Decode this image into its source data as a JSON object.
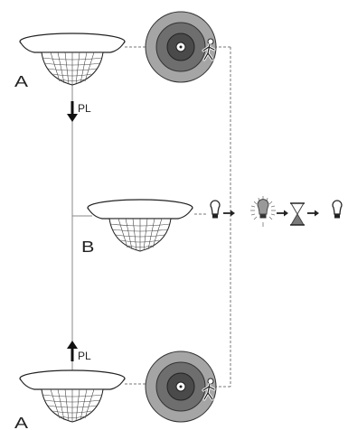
{
  "diagram": {
    "labels": {
      "master_top": "A",
      "slave": "B",
      "master_bottom": "A"
    },
    "connections": {
      "pl_down": "PL",
      "pl_up": "PL"
    },
    "icons": {
      "detector": "ceiling-motion-detector-icon",
      "dial": "detection-zone-dial-icon",
      "person": "walking-person-icon",
      "bulb_off": "light-bulb-off-icon",
      "bulb_on": "light-bulb-on-icon",
      "timer": "hourglass-icon",
      "arrow": "right-arrow-icon"
    },
    "colors": {
      "line": "#777777",
      "stroke": "#222222",
      "dial_outer": "#a5a5a5",
      "dial_mid": "#6e6e6e",
      "dial_inner": "#4a4a4a"
    }
  }
}
